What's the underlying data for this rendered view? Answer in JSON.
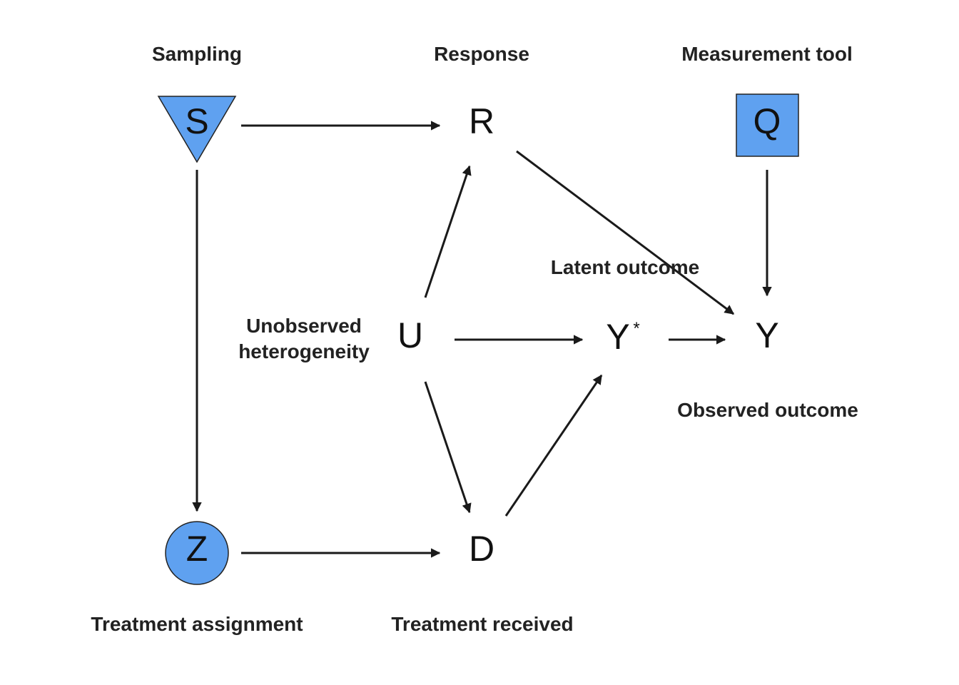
{
  "colors": {
    "node_fill": "#5fa1f0",
    "stroke": "#222222",
    "text": "#222222"
  },
  "nodes": {
    "S": {
      "letter": "S",
      "caption": "Sampling",
      "shape": "triangle-down"
    },
    "R": {
      "letter": "R",
      "caption": "Response",
      "shape": "none"
    },
    "Q": {
      "letter": "Q",
      "caption": "Measurement tool",
      "shape": "square"
    },
    "U": {
      "letter": "U",
      "caption_line1": "Unobserved",
      "caption_line2": "heterogeneity",
      "shape": "none"
    },
    "Ystar": {
      "letter": "Y",
      "superscript": "*",
      "caption": "Latent outcome",
      "shape": "none"
    },
    "Y": {
      "letter": "Y",
      "caption": "Observed outcome",
      "shape": "none"
    },
    "Z": {
      "letter": "Z",
      "caption": "Treatment assignment",
      "shape": "circle"
    },
    "D": {
      "letter": "D",
      "caption": "Treatment received",
      "shape": "none"
    }
  },
  "edges": [
    {
      "from": "S",
      "to": "R"
    },
    {
      "from": "S",
      "to": "Z"
    },
    {
      "from": "Q",
      "to": "Y"
    },
    {
      "from": "R",
      "to": "Y"
    },
    {
      "from": "U",
      "to": "R"
    },
    {
      "from": "U",
      "to": "Ystar"
    },
    {
      "from": "U",
      "to": "D"
    },
    {
      "from": "Ystar",
      "to": "Y"
    },
    {
      "from": "D",
      "to": "Ystar"
    },
    {
      "from": "Z",
      "to": "D"
    }
  ]
}
